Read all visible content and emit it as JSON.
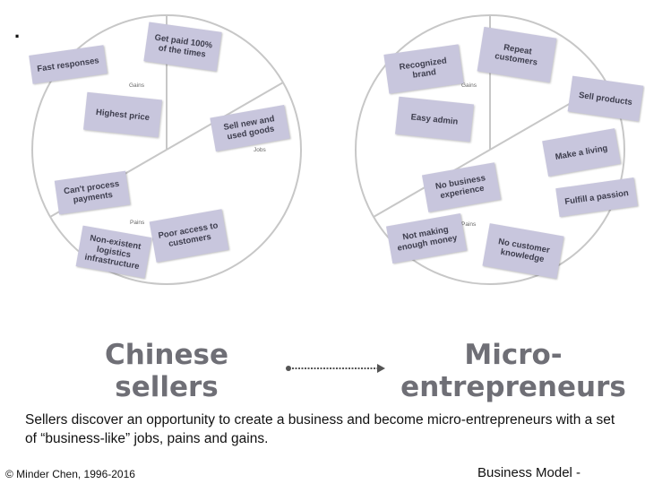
{
  "marker": ".",
  "left_canvas": {
    "segments": {
      "gains": "Gains",
      "jobs": "Jobs",
      "pains": "Pains"
    },
    "notes": {
      "fast_responses": "Fast responses",
      "get_paid": "Get paid 100%\nof the times",
      "highest_price": "Highest price",
      "sell_new_used": "Sell new and\nused goods",
      "cant_process": "Can't process\npayments",
      "poor_access": "Poor access to\ncustomers",
      "non_existent": "Non-existent\nlogistics\ninfrastructure"
    }
  },
  "right_canvas": {
    "segments": {
      "gains": "Gains",
      "pains": "Pains"
    },
    "notes": {
      "recognized_brand": "Recognized\nbrand",
      "repeat_customers": "Repeat\ncustomers",
      "sell_products": "Sell products",
      "easy_admin": "Easy admin",
      "make_living": "Make a living",
      "no_business_exp": "No business\nexperience",
      "fulfill_passion": "Fulfill a passion",
      "not_making_money": "Not making\nenough money",
      "no_customer_knowledge": "No customer\nknowledge"
    }
  },
  "titles": {
    "left": "Chinese\nsellers",
    "right": "Micro-\nentrepreneurs"
  },
  "description": "Sellers discover an opportunity to create a business and become micro-entrepreneurs with a set of “business-like” jobs, pains and gains.",
  "footer": {
    "copyright": "© Minder Chen, 1996-2016",
    "page_label": "Business Model -"
  },
  "colors": {
    "note": "#c8c6dd",
    "title": "#6f6f76",
    "arrow": "#555555"
  }
}
